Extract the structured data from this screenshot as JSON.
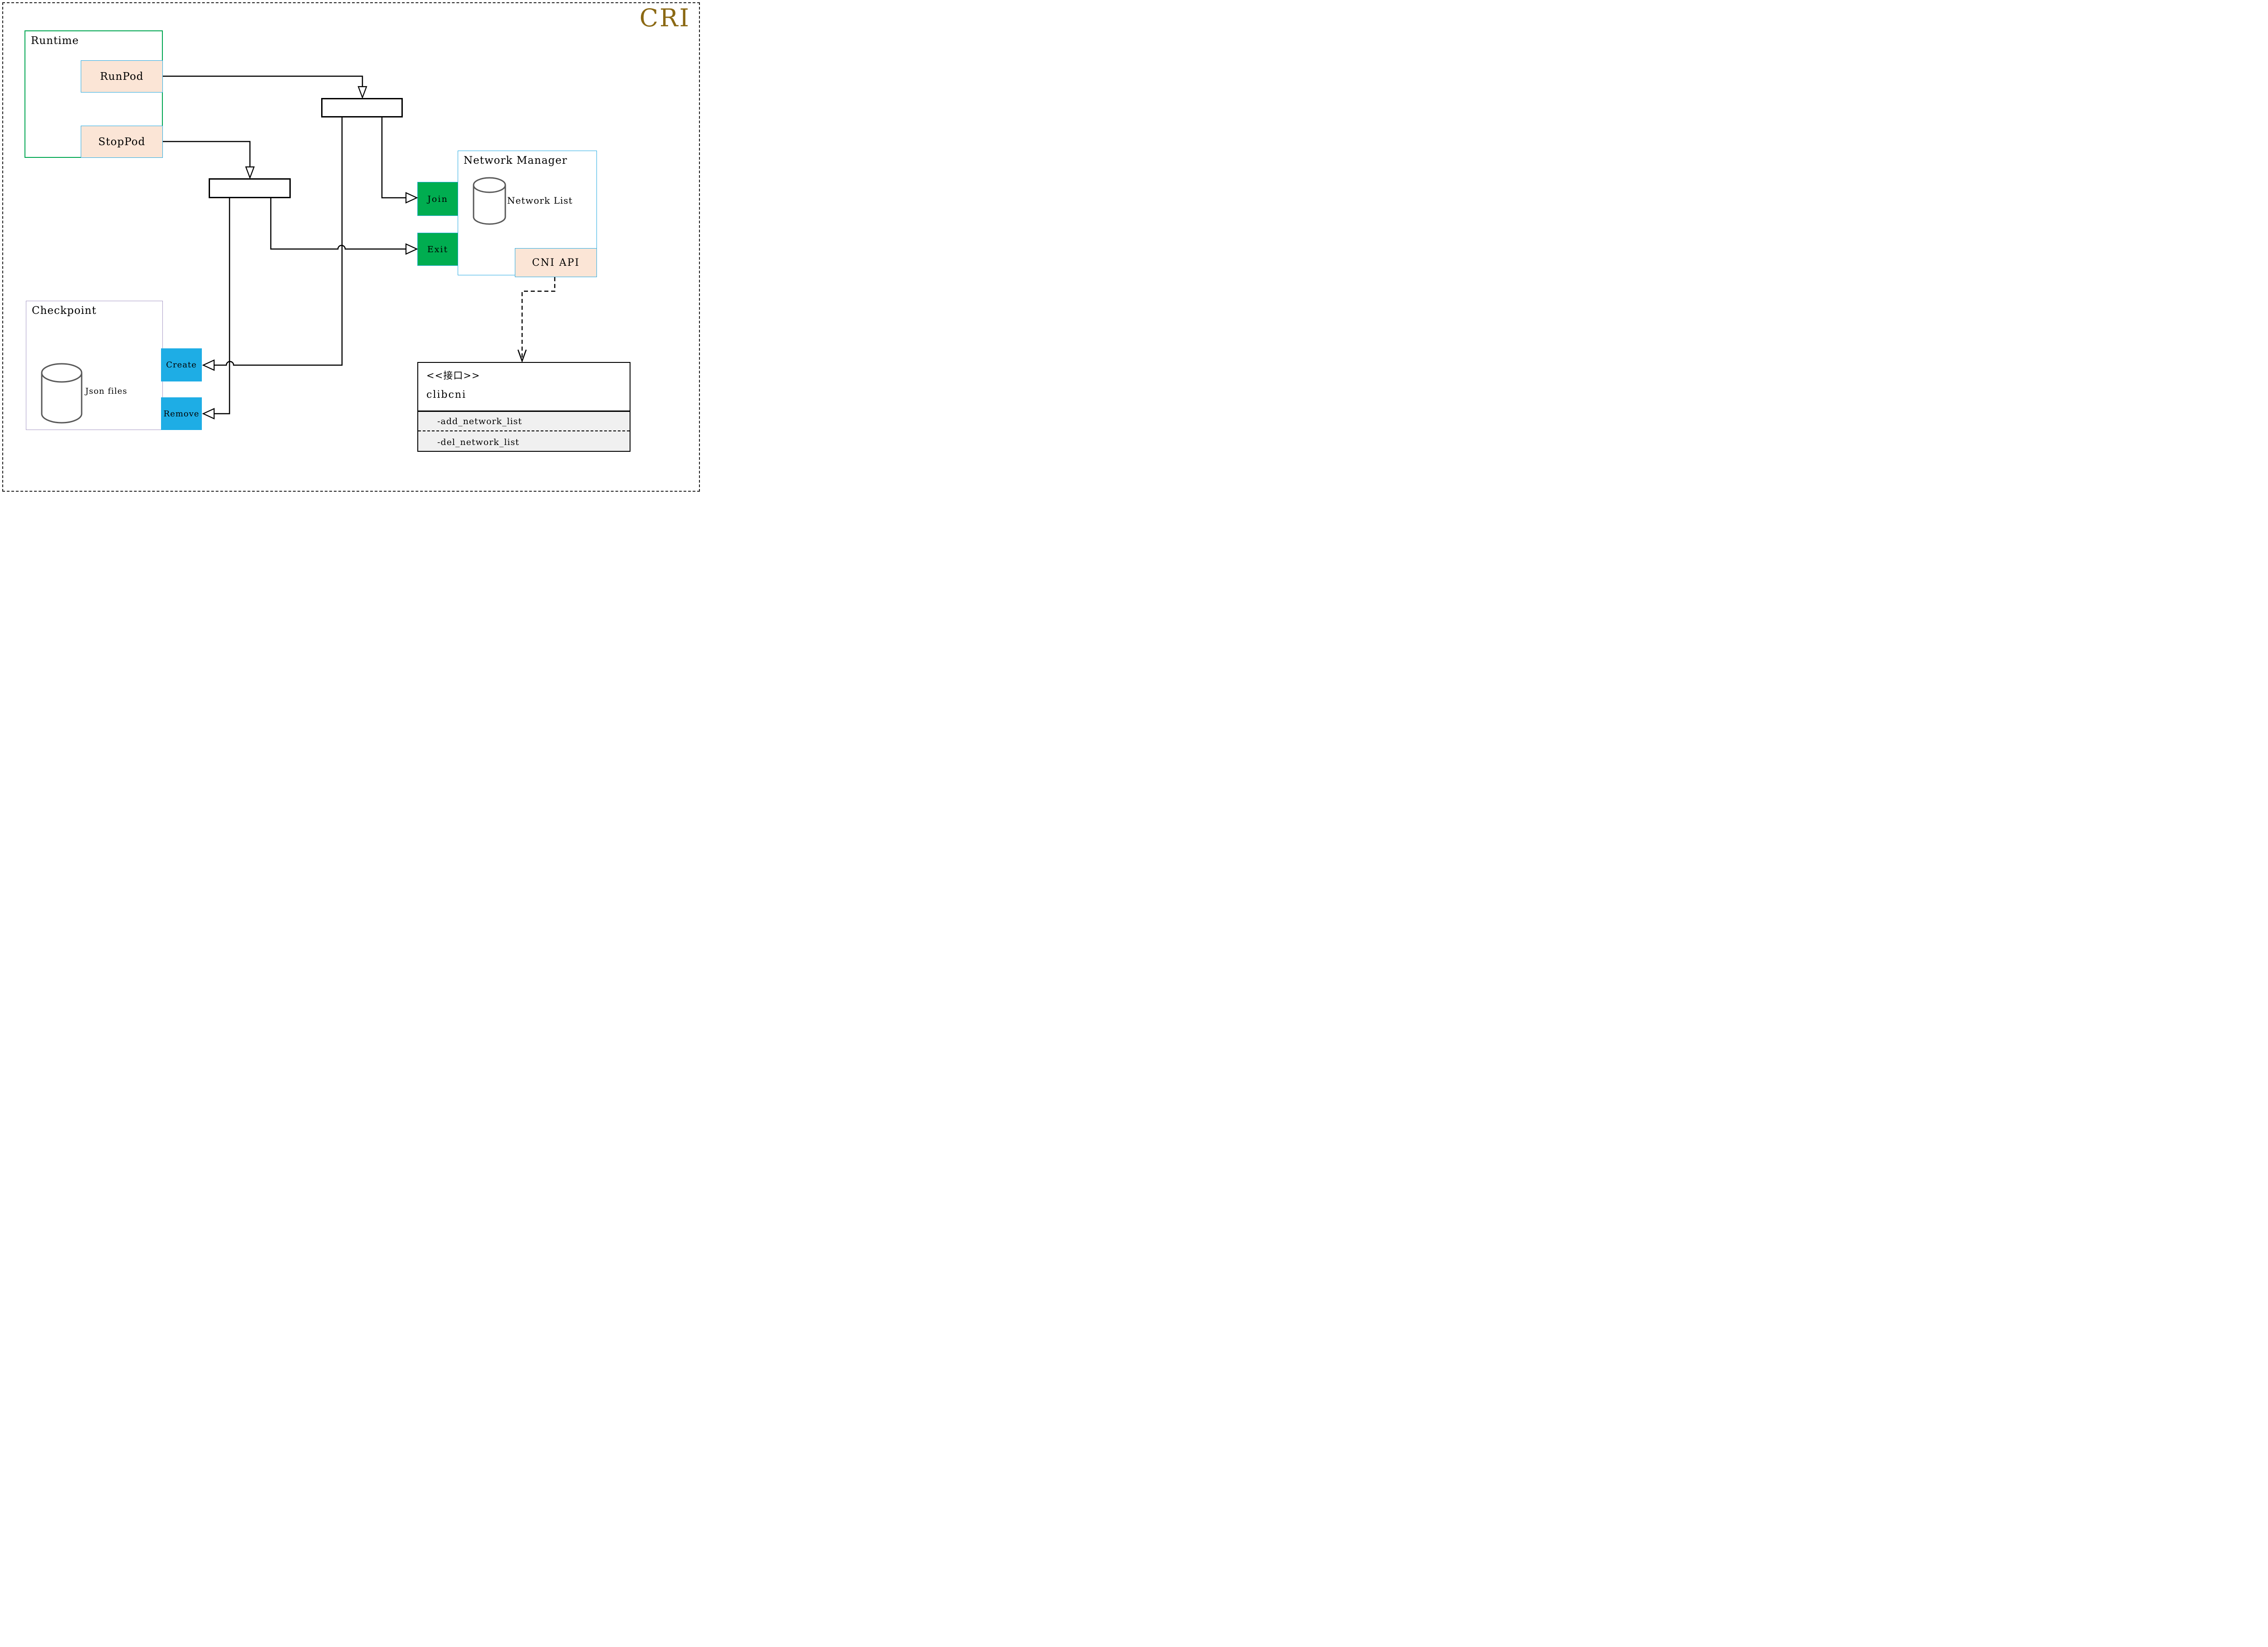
{
  "page": {
    "title": "CRI"
  },
  "runtime": {
    "title": "Runtime",
    "run_pod": "RunPod",
    "stop_pod": "StopPod"
  },
  "network_manager": {
    "title": "Network Manager",
    "network_list": "Network List",
    "join": "Join",
    "exit": "Exit",
    "cni_api": "CNI API"
  },
  "checkpoint": {
    "title": "Checkpoint",
    "json_files": "Json files",
    "create": "Create",
    "remove": "Remove"
  },
  "clibcni": {
    "stereotype": "<<接口>>",
    "name": "clibcni",
    "methods": [
      "-add_network_list",
      "-del_network_list"
    ]
  },
  "colors": {
    "cri_title": "#8B6914",
    "runtime_border": "#00A651",
    "pod_fill": "#FBE5D6",
    "pod_border": "#29ABE2",
    "green_fill": "#00AD50",
    "cyan_fill": "#1EADE5",
    "network_manager_border": "#29ABE2",
    "checkpoint_border": "#A89BC6",
    "clibcni_section_fill": "#F0F0F0",
    "cylinder_stroke": "#595959",
    "line": "#000000"
  }
}
